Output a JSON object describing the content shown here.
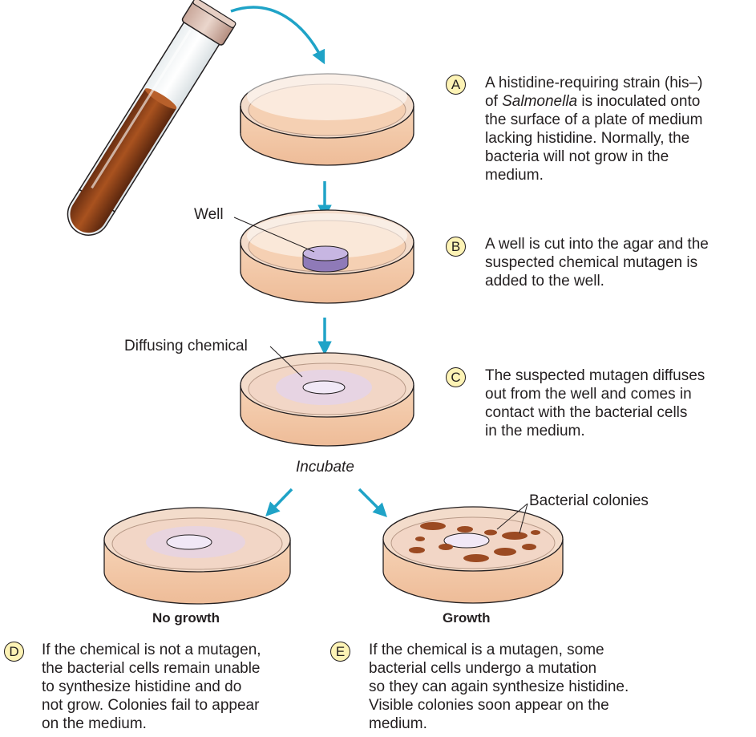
{
  "labels": {
    "well": "Well",
    "diffusing": "Diffusing chemical",
    "incubate": "Incubate",
    "bacterial_colonies": "Bacterial colonies",
    "no_growth": "No growth",
    "growth": "Growth"
  },
  "steps": [
    {
      "letter": "A",
      "lines": [
        "A histidine-requiring strain (his–)",
        "of ",
        "Salmonella",
        " is inoculated onto",
        "the surface of a plate of medium",
        "lacking histidine. Normally, the",
        "bacteria will not grow in the",
        "medium."
      ]
    },
    {
      "letter": "B",
      "lines": [
        "A well is cut into the agar and the",
        "suspected chemical mutagen is",
        "added to the well."
      ]
    },
    {
      "letter": "C",
      "lines": [
        "The suspected mutagen diffuses",
        "out from the well and comes in",
        "contact with the bacterial cells",
        "in the medium."
      ]
    },
    {
      "letter": "D",
      "lines": [
        "If the chemical is not a mutagen,",
        "the bacterial cells remain unable",
        "to synthesize histidine and do",
        "not grow. Colonies fail to appear",
        "on the medium."
      ]
    },
    {
      "letter": "E",
      "lines": [
        "If the chemical is a mutagen, some",
        "bacterial cells undergo a mutation",
        "so they can again synthesize histidine.",
        "Visible colonies soon appear on the",
        "medium."
      ]
    }
  ],
  "colors": {
    "arrow": "#1fa3c7",
    "agar": "#f4c9a6",
    "colony": "#9b4a22",
    "badge": "#fdf3b5",
    "well": "#b9a6d8"
  }
}
